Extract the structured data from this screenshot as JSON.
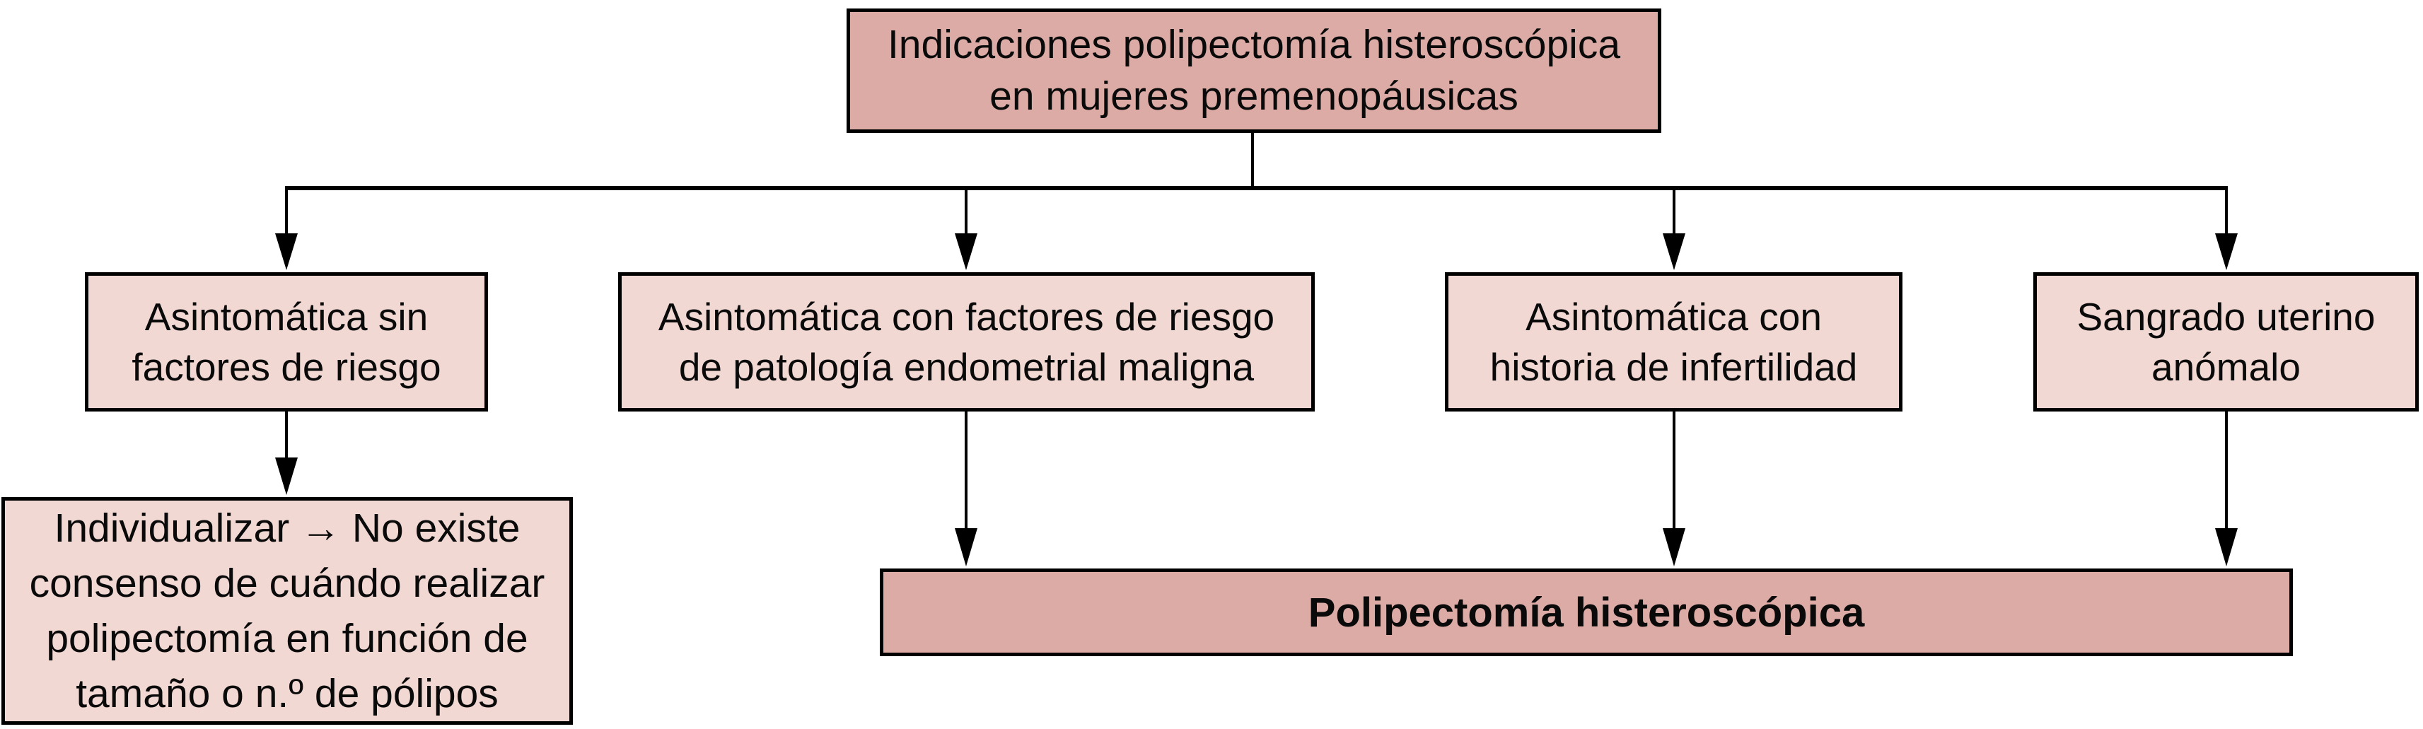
{
  "figure": {
    "colors": {
      "header_fill": "#dcaba5",
      "node_fill": "#f2d8d3",
      "border": "#000000",
      "line": "#000000",
      "text": "#0a0a0a",
      "background": "#ffffff"
    },
    "root": {
      "label": "Indicaciones polipectomía histeroscópica en mujeres premenopáusicas"
    },
    "branches": [
      {
        "label": "Asintomática sin factores de riesgo"
      },
      {
        "label": "Asintomática con factores de riesgo de patología endometrial maligna"
      },
      {
        "label": "Asintomática con historia de infertilidad"
      },
      {
        "label": "Sangrado uterino anómalo"
      }
    ],
    "note": {
      "label": "Individualizar → No existe consenso de cuándo realizar polipectomía en función de tamaño o n.º de pólipos"
    },
    "outcome": {
      "label": "Polipectomía histeroscópica"
    }
  }
}
